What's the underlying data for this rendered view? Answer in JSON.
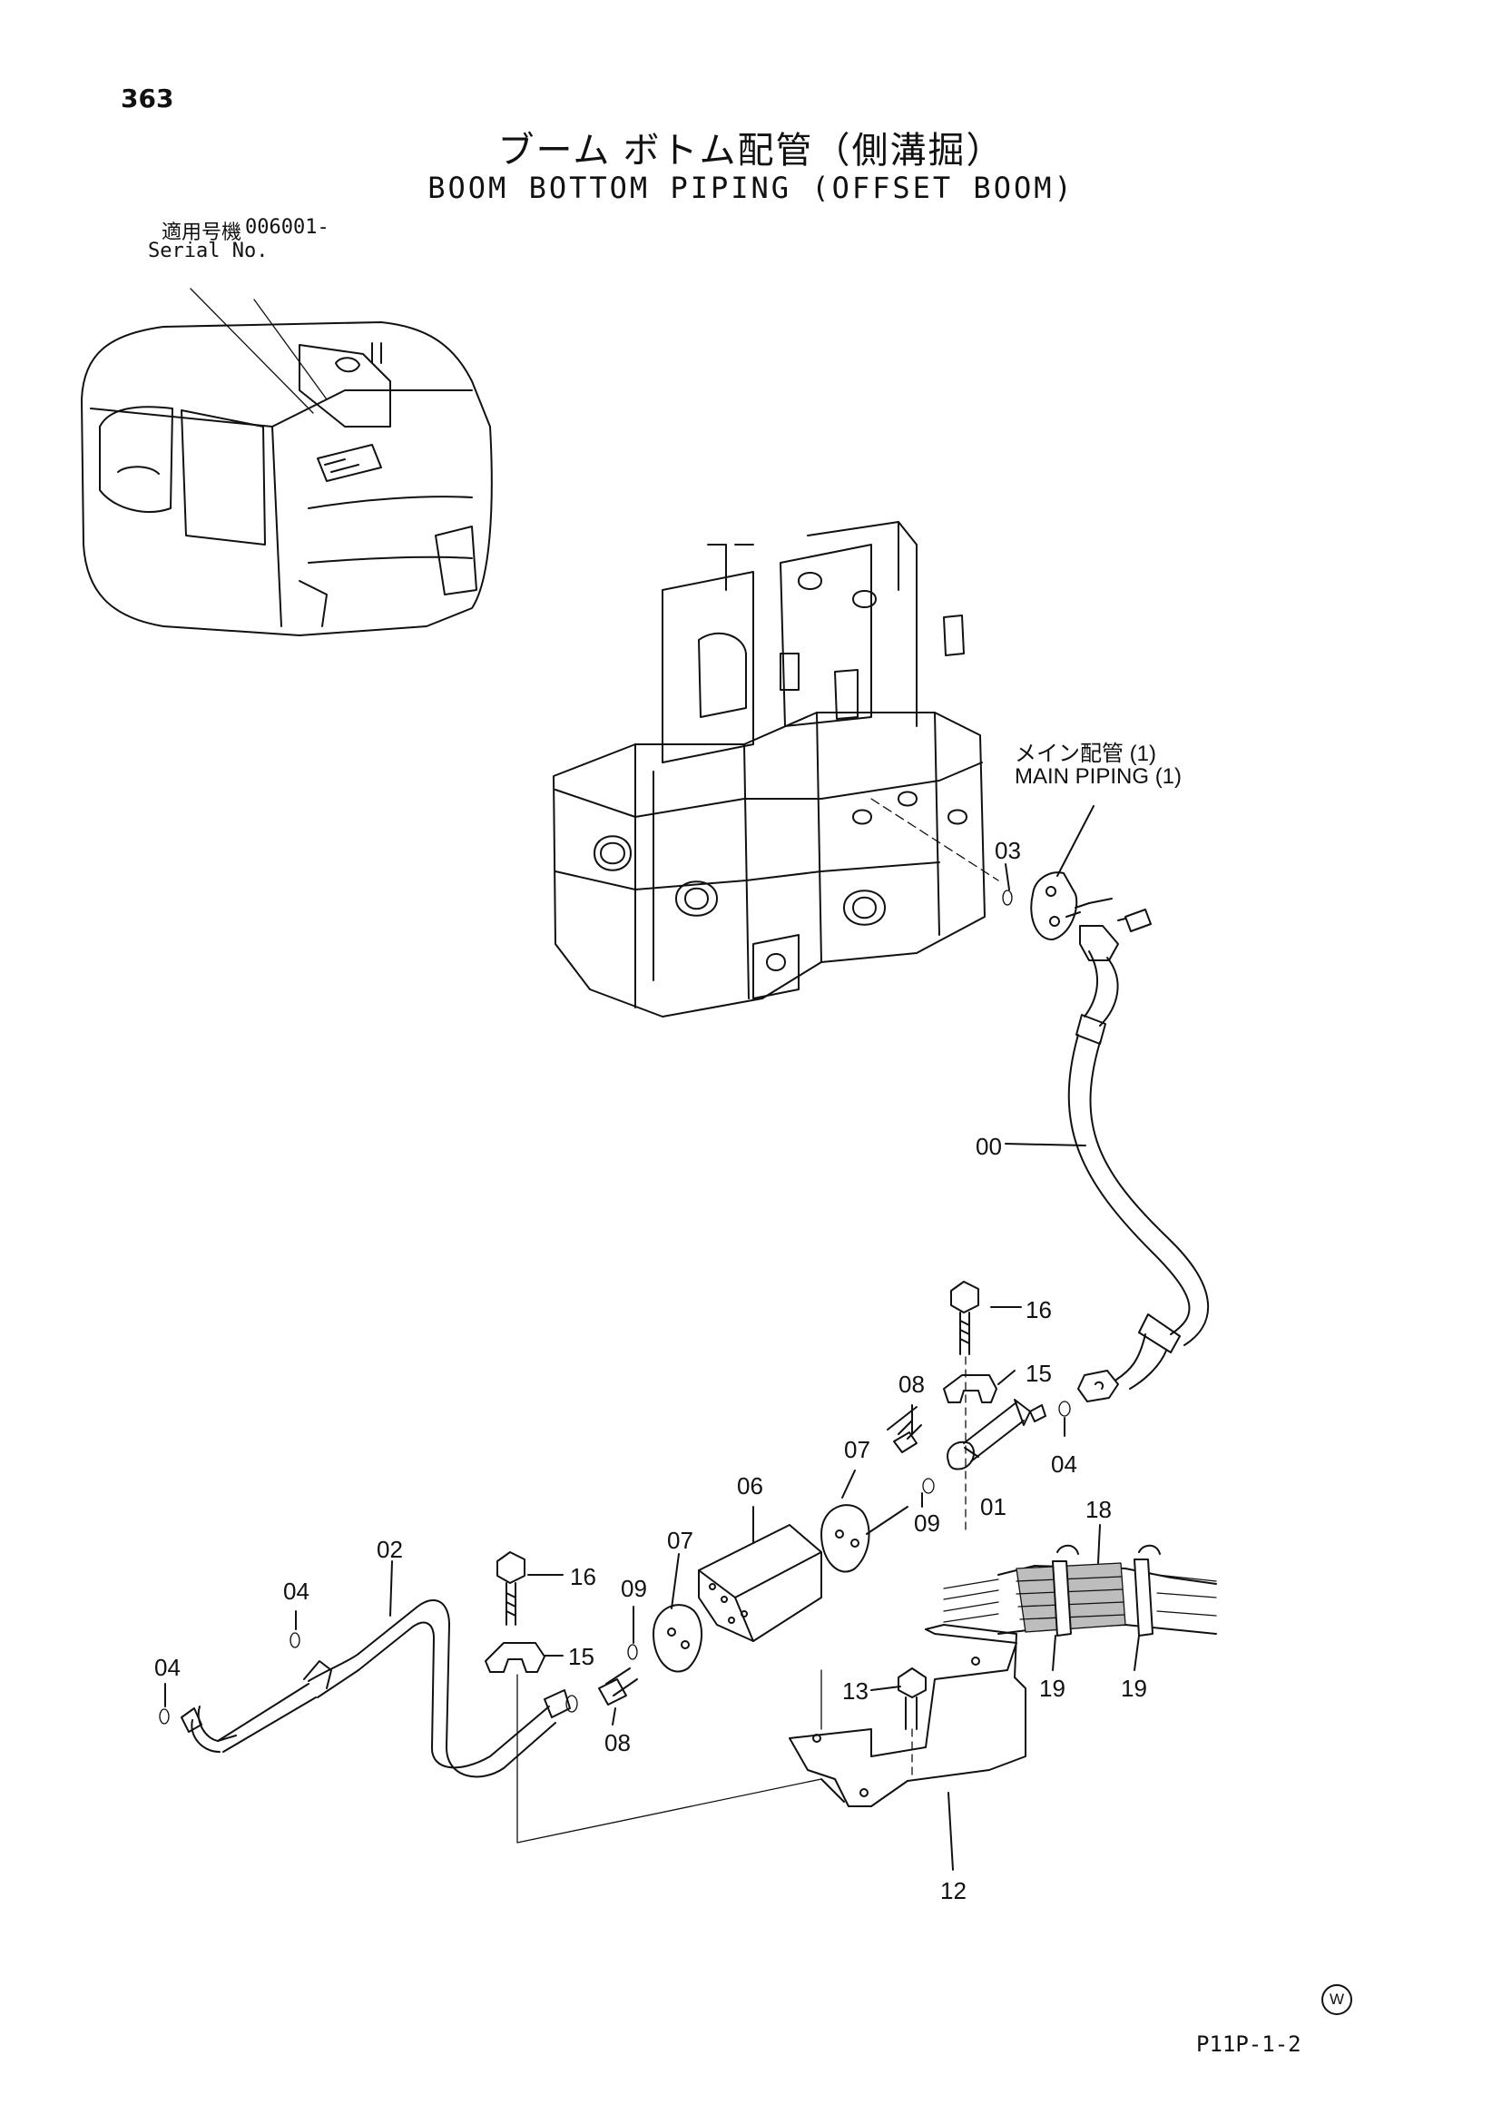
{
  "page": {
    "number": "363",
    "title_jp": "ブーム ボトム配管（側溝掘）",
    "title_en": "BOOM BOTTOM PIPING (OFFSET BOOM)",
    "serial_label_jp": "適用号機",
    "serial_value": "006001-",
    "serial_label_en": "Serial No.",
    "reference_jp": "メイン配管 (1)",
    "reference_en": "MAIN PIPING (1)",
    "mark": "W",
    "figure_id": "P11P-1-2"
  },
  "callouts": [
    {
      "id": "c00",
      "label": "00"
    },
    {
      "id": "c01",
      "label": "01"
    },
    {
      "id": "c02",
      "label": "02"
    },
    {
      "id": "c03",
      "label": "03"
    },
    {
      "id": "c04a",
      "label": "04"
    },
    {
      "id": "c04b",
      "label": "04"
    },
    {
      "id": "c04c",
      "label": "04"
    },
    {
      "id": "c06",
      "label": "06"
    },
    {
      "id": "c07a",
      "label": "07"
    },
    {
      "id": "c07b",
      "label": "07"
    },
    {
      "id": "c08a",
      "label": "08"
    },
    {
      "id": "c08b",
      "label": "08"
    },
    {
      "id": "c09a",
      "label": "09"
    },
    {
      "id": "c09b",
      "label": "09"
    },
    {
      "id": "c12",
      "label": "12"
    },
    {
      "id": "c13",
      "label": "13"
    },
    {
      "id": "c15a",
      "label": "15"
    },
    {
      "id": "c15b",
      "label": "15"
    },
    {
      "id": "c16a",
      "label": "16"
    },
    {
      "id": "c16b",
      "label": "16"
    },
    {
      "id": "c18",
      "label": "18"
    },
    {
      "id": "c19a",
      "label": "19"
    },
    {
      "id": "c19b",
      "label": "19"
    }
  ]
}
